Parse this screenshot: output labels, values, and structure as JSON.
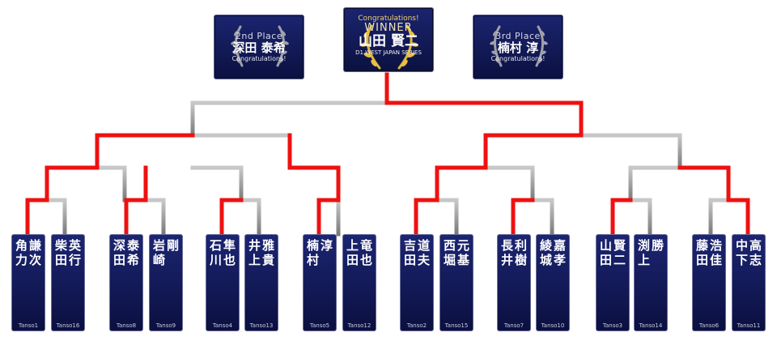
{
  "podium": {
    "second": {
      "place": "2nd Place",
      "name": "深田 泰希",
      "congrats": "Congratulations!"
    },
    "winner": {
      "congrats": "Congratulations!",
      "label": "WINNER",
      "name": "山田 賢二",
      "series": "D1 WEST JAPAN SERIES"
    },
    "third": {
      "place": "3rd Place",
      "name": "楠村 淳",
      "congrats": "Congratulations!"
    }
  },
  "players": [
    {
      "col1": "角力",
      "col2": "謙次",
      "tag": "Tanso1"
    },
    {
      "col1": "柴田",
      "col2": "英行",
      "tag": "Tanso16"
    },
    {
      "col1": "深田",
      "col2": "泰希",
      "tag": "Tanso8"
    },
    {
      "col1": "岩崎",
      "col2": "剛",
      "tag": "Tanso9"
    },
    {
      "col1": "石川",
      "col2": "隼也",
      "tag": "Tanso4"
    },
    {
      "col1": "井上",
      "col2": "雅貴",
      "tag": "Tanso13"
    },
    {
      "col1": "楠村",
      "col2": "淳",
      "tag": "Tanso5"
    },
    {
      "col1": "上田",
      "col2": "竜也",
      "tag": "Tanso12"
    },
    {
      "col1": "吉田",
      "col2": "道夫",
      "tag": "Tanso2"
    },
    {
      "col1": "西堀",
      "col2": "元基",
      "tag": "Tanso15"
    },
    {
      "col1": "長井",
      "col2": "利樹",
      "tag": "Tanso7"
    },
    {
      "col1": "綾城",
      "col2": "嘉孝",
      "tag": "Tanso10"
    },
    {
      "col1": "山田",
      "col2": "賢二",
      "tag": "Tanso3"
    },
    {
      "col1": "渕上",
      "col2": "勝",
      "tag": "Tanso14"
    },
    {
      "col1": "藤田",
      "col2": "浩佳",
      "tag": "Tanso6"
    },
    {
      "col1": "中下",
      "col2": "高志",
      "tag": "Tanso11"
    }
  ],
  "colors": {
    "win": "#ee1111",
    "lose": "#9a9a9a",
    "card": "#141c5a"
  }
}
